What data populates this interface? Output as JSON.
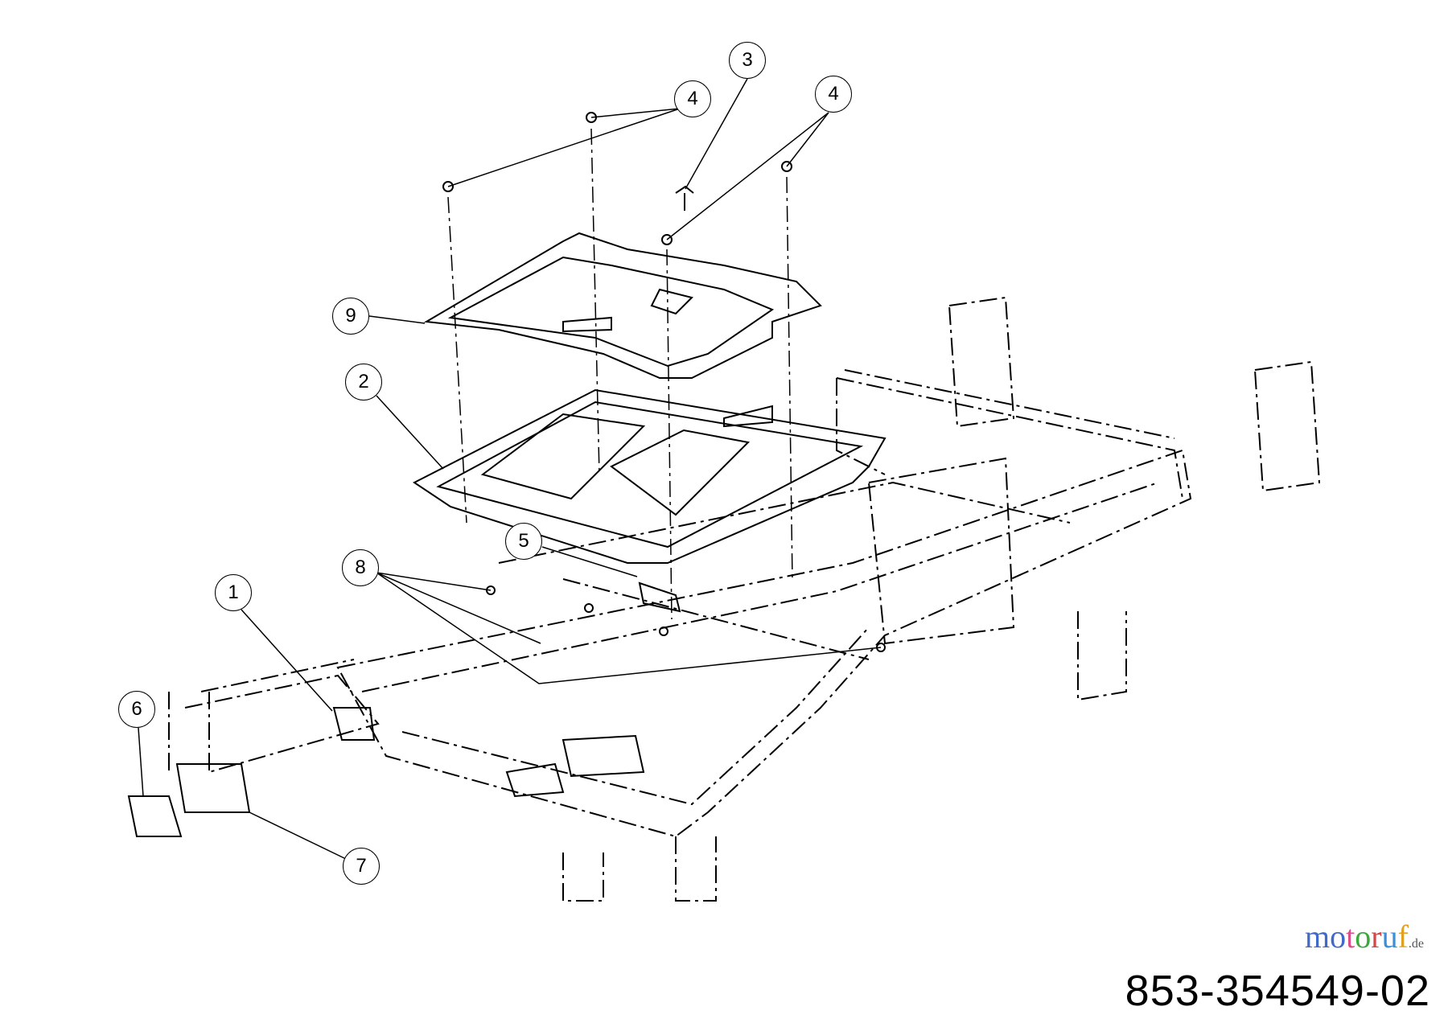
{
  "diagram": {
    "part_number": "853-354549-02",
    "watermark": {
      "text": "motoruf",
      "suffix": ".de",
      "colors": [
        "#4169c8",
        "#4169c8",
        "#d94f8a",
        "#3aa83a",
        "#d64545",
        "#3a8fd6",
        "#e0a020"
      ]
    },
    "callouts": [
      {
        "label": "3"
      },
      {
        "label": "4"
      },
      {
        "label": "4"
      },
      {
        "label": "9"
      },
      {
        "label": "2"
      },
      {
        "label": "5"
      },
      {
        "label": "8"
      },
      {
        "label": "1"
      },
      {
        "label": "6"
      },
      {
        "label": "7"
      }
    ]
  }
}
